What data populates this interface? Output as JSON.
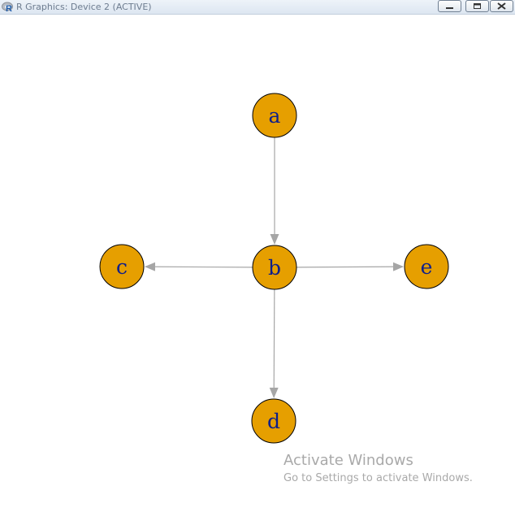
{
  "window": {
    "title": "R Graphics: Device 2 (ACTIVE)",
    "icon": "r-logo-icon",
    "controls": [
      "minimize-icon",
      "maximize-icon",
      "close-icon"
    ]
  },
  "graph": {
    "nodes": [
      {
        "id": "a",
        "label": "a"
      },
      {
        "id": "b",
        "label": "b"
      },
      {
        "id": "c",
        "label": "c"
      },
      {
        "id": "d",
        "label": "d"
      },
      {
        "id": "e",
        "label": "e"
      }
    ],
    "edges": [
      {
        "from": "a",
        "to": "b"
      },
      {
        "from": "b",
        "to": "c"
      },
      {
        "from": "b",
        "to": "d"
      },
      {
        "from": "b",
        "to": "e"
      }
    ],
    "node_fill": "#E69F00",
    "node_stroke": "#000000",
    "label_color": "#0f1f8a",
    "edge_color": "#a6a6a6",
    "directed": true
  },
  "watermark": {
    "title": "Activate Windows",
    "subtitle": "Go to Settings to activate Windows."
  }
}
